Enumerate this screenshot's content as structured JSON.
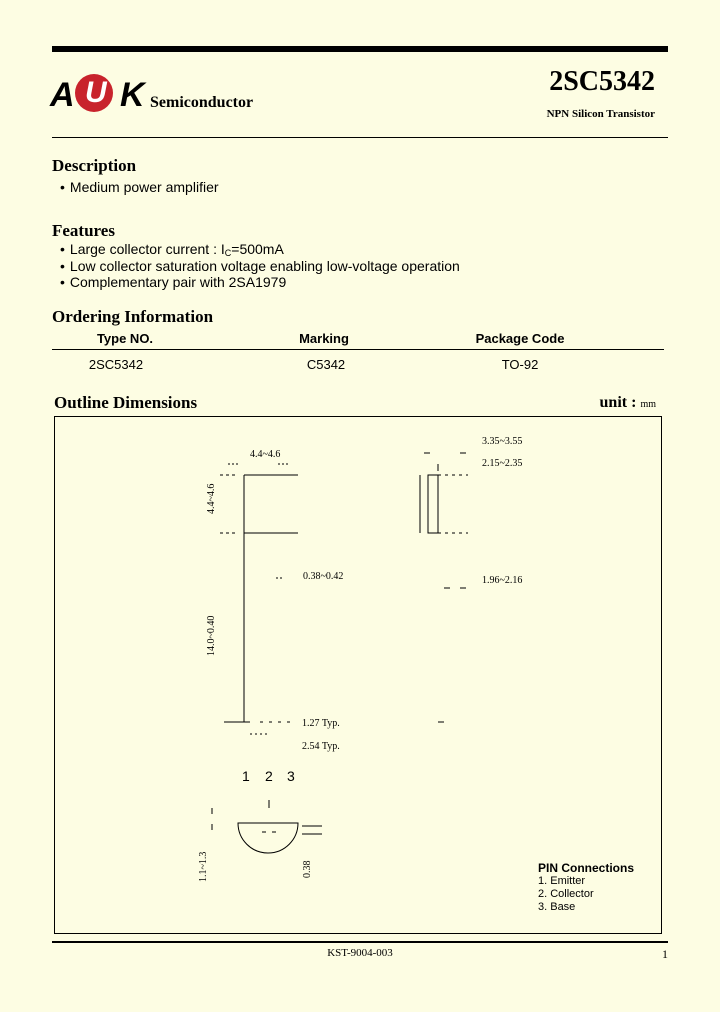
{
  "header": {
    "logo_letters": [
      "A",
      "U",
      "K"
    ],
    "logo_text": "Semiconductor",
    "part_number": "2SC5342",
    "part_subtitle": "NPN Silicon Transistor"
  },
  "description": {
    "title": "Description",
    "items": [
      "Medium power amplifier"
    ]
  },
  "features": {
    "title": "Features",
    "item1_prefix": "Large collector current : I",
    "item1_sub": "C",
    "item1_suffix": "=500mA",
    "item2": "Low collector saturation voltage enabling low-voltage operation",
    "item3": "Complementary pair with 2SA1979"
  },
  "ordering": {
    "title": "Ordering Information",
    "headers": [
      "Type NO.",
      "Marking",
      "Package Code"
    ],
    "row": [
      "2SC5342",
      "C5342",
      "TO-92"
    ]
  },
  "outline": {
    "title": "Outline Dimensions",
    "unit_label": "unit :",
    "unit_value": "mm",
    "dims": {
      "body_width": "4.4~4.6",
      "body_height": "4.4~4.6",
      "lead_width": "0.38~0.42",
      "lead_length": "14.0~0.40",
      "pitch_typ": "1.27 Typ.",
      "span_typ": "2.54 Typ.",
      "side_width": "3.35~3.55",
      "side_inner": "2.15~2.35",
      "side_lower": "1.96~2.16",
      "bottom_height": "1.1~1.3",
      "bottom_lead": "0.38"
    },
    "pin_numbers": [
      "1",
      "2",
      "3"
    ]
  },
  "pins": {
    "title": "PIN Connections",
    "items": [
      "1. Emitter",
      "2. Collector",
      "3. Base"
    ]
  },
  "footer": {
    "code": "KST-9004-003",
    "page": "1"
  }
}
